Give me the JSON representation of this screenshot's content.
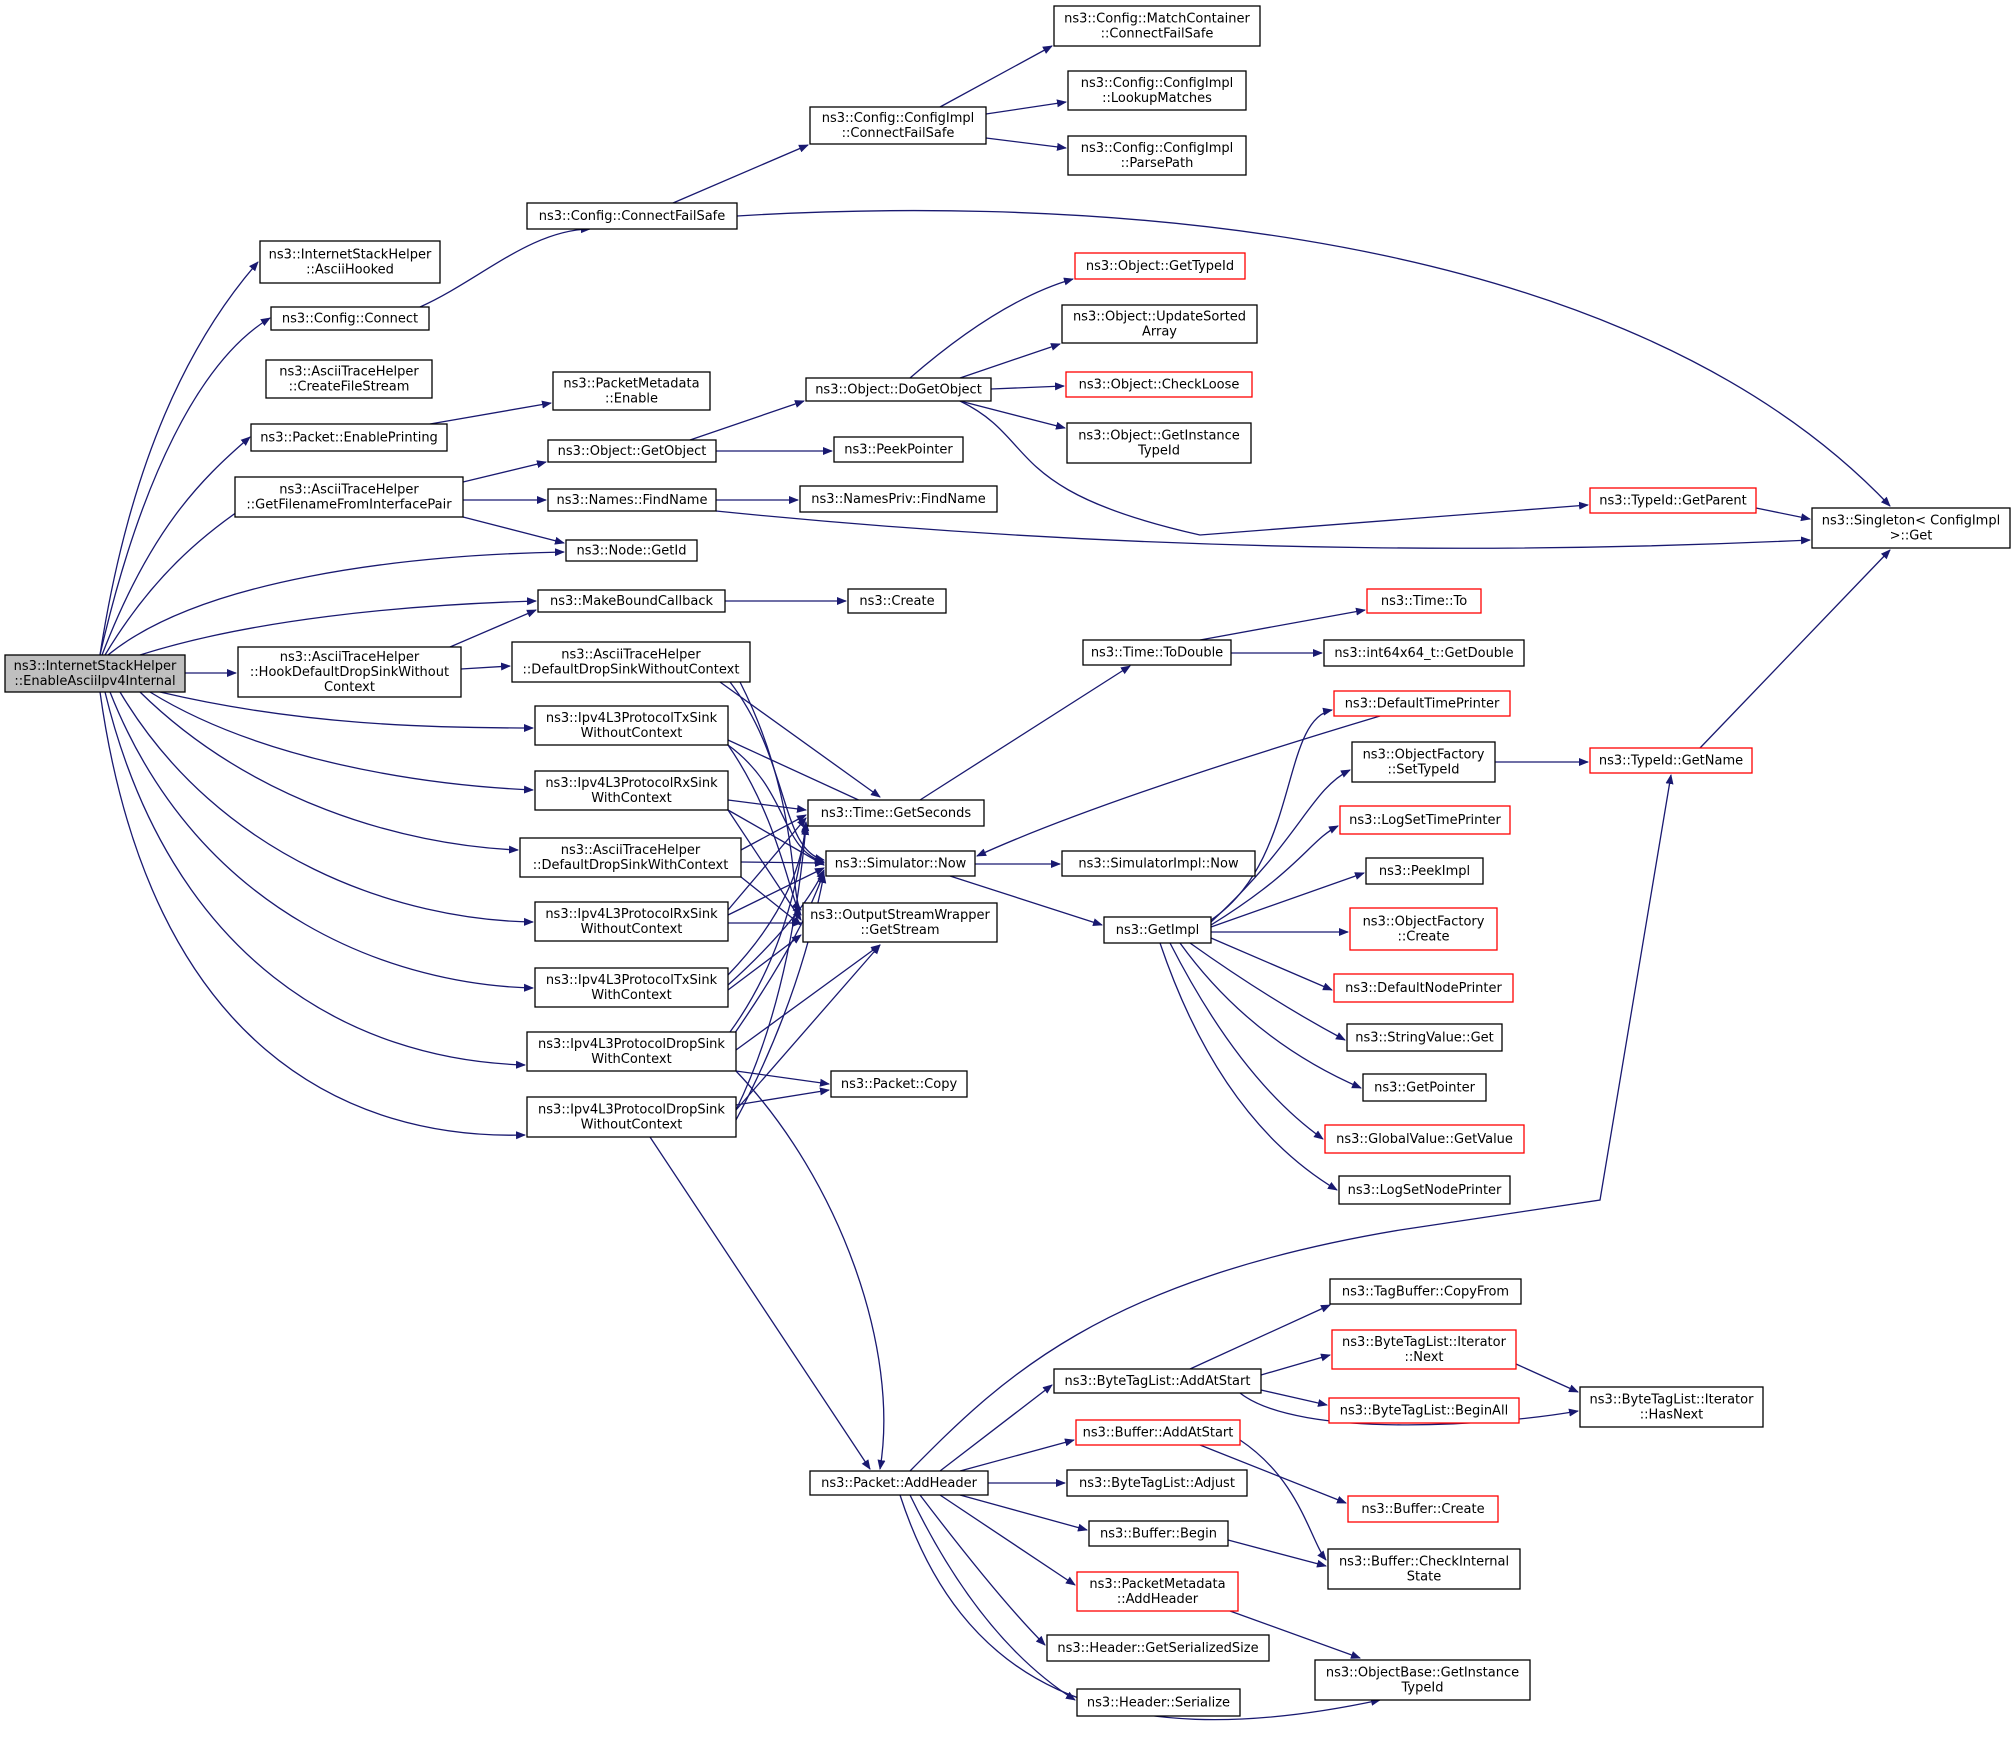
{
  "graph": {
    "node_color": "#000000",
    "truncated_node_color": "#ff0000",
    "root_fill": "#bfbfbf",
    "edge_color": "#191970",
    "nodes": [
      {
        "id": "root",
        "lines": [
          "ns3::InternetStackHelper",
          "::EnableAsciiIpv4Internal"
        ],
        "root": true
      },
      {
        "id": "ash",
        "lines": [
          "ns3::InternetStackHelper",
          "::AsciiHooked"
        ]
      },
      {
        "id": "cfgConnect",
        "lines": [
          "ns3::Config::Connect"
        ]
      },
      {
        "id": "athCreate",
        "lines": [
          "ns3::AsciiTraceHelper",
          "::CreateFileStream"
        ]
      },
      {
        "id": "pktEnable",
        "lines": [
          "ns3::Packet::EnablePrinting"
        ]
      },
      {
        "id": "athGetFile",
        "lines": [
          "ns3::AsciiTraceHelper",
          "::GetFilenameFromInterfacePair"
        ]
      },
      {
        "id": "hookDrop",
        "lines": [
          "ns3::AsciiTraceHelper",
          "::HookDefaultDropSinkWithout",
          "Context"
        ]
      },
      {
        "id": "cfgCFS",
        "lines": [
          "ns3::Config::ConnectFailSafe"
        ]
      },
      {
        "id": "pmEnable",
        "lines": [
          "ns3::PacketMetadata",
          "::Enable"
        ]
      },
      {
        "id": "objGetObject",
        "lines": [
          "ns3::Object::GetObject"
        ]
      },
      {
        "id": "namesFind",
        "lines": [
          "ns3::Names::FindName"
        ]
      },
      {
        "id": "nodeGetId",
        "lines": [
          "ns3::Node::GetId"
        ]
      },
      {
        "id": "mbc",
        "lines": [
          "ns3::MakeBoundCallback"
        ]
      },
      {
        "id": "dropWithout",
        "lines": [
          "ns3::AsciiTraceHelper",
          "::DefaultDropSinkWithoutContext"
        ]
      },
      {
        "id": "txWithout",
        "lines": [
          "ns3::Ipv4L3ProtocolTxSink",
          "WithoutContext"
        ]
      },
      {
        "id": "rxWith",
        "lines": [
          "ns3::Ipv4L3ProtocolRxSink",
          "WithContext"
        ]
      },
      {
        "id": "dropWith",
        "lines": [
          "ns3::AsciiTraceHelper",
          "::DefaultDropSinkWithContext"
        ]
      },
      {
        "id": "rxWithout",
        "lines": [
          "ns3::Ipv4L3ProtocolRxSink",
          "WithoutContext"
        ]
      },
      {
        "id": "txWith",
        "lines": [
          "ns3::Ipv4L3ProtocolTxSink",
          "WithContext"
        ]
      },
      {
        "id": "pdWith",
        "lines": [
          "ns3::Ipv4L3ProtocolDropSink",
          "WithContext"
        ]
      },
      {
        "id": "pdWithout",
        "lines": [
          "ns3::Ipv4L3ProtocolDropSink",
          "WithoutContext"
        ]
      },
      {
        "id": "cfgImplCFS",
        "lines": [
          "ns3::Config::ConfigImpl",
          "::ConnectFailSafe"
        ]
      },
      {
        "id": "mcCFS",
        "lines": [
          "ns3::Config::MatchContainer",
          "::ConnectFailSafe"
        ]
      },
      {
        "id": "lookup",
        "lines": [
          "ns3::Config::ConfigImpl",
          "::LookupMatches"
        ]
      },
      {
        "id": "parse",
        "lines": [
          "ns3::Config::ConfigImpl",
          "::ParsePath"
        ]
      },
      {
        "id": "doGetObject",
        "lines": [
          "ns3::Object::DoGetObject"
        ]
      },
      {
        "id": "peekPointer",
        "lines": [
          "ns3::PeekPointer"
        ]
      },
      {
        "id": "npFind",
        "lines": [
          "ns3::NamesPriv::FindName"
        ]
      },
      {
        "id": "create",
        "lines": [
          "ns3::Create"
        ]
      },
      {
        "id": "getSeconds",
        "lines": [
          "ns3::Time::GetSeconds"
        ]
      },
      {
        "id": "simNow",
        "lines": [
          "ns3::Simulator::Now"
        ]
      },
      {
        "id": "osw",
        "lines": [
          "ns3::OutputStreamWrapper",
          "::GetStream"
        ]
      },
      {
        "id": "pktCopy",
        "lines": [
          "ns3::Packet::Copy"
        ]
      },
      {
        "id": "addHeader",
        "lines": [
          "ns3::Packet::AddHeader"
        ]
      },
      {
        "id": "objGetTypeId",
        "lines": [
          "ns3::Object::GetTypeId"
        ],
        "truncated": true
      },
      {
        "id": "updSorted",
        "lines": [
          "ns3::Object::UpdateSorted",
          "Array"
        ]
      },
      {
        "id": "checkLoose",
        "lines": [
          "ns3::Object::CheckLoose"
        ],
        "truncated": true
      },
      {
        "id": "objGetInst",
        "lines": [
          "ns3::Object::GetInstance",
          "TypeId"
        ]
      },
      {
        "id": "toDouble",
        "lines": [
          "ns3::Time::ToDouble"
        ]
      },
      {
        "id": "simImplNow",
        "lines": [
          "ns3::SimulatorImpl::Now"
        ]
      },
      {
        "id": "getImpl",
        "lines": [
          "ns3::GetImpl"
        ]
      },
      {
        "id": "typeParent",
        "lines": [
          "ns3::TypeId::GetParent"
        ],
        "truncated": true
      },
      {
        "id": "singletonGet",
        "lines": [
          "ns3::Singleton< ConfigImpl",
          " >::Get"
        ]
      },
      {
        "id": "timeTo",
        "lines": [
          "ns3::Time::To"
        ],
        "truncated": true
      },
      {
        "id": "i64GetDouble",
        "lines": [
          "ns3::int64x64_t::GetDouble"
        ]
      },
      {
        "id": "defTimePrinter",
        "lines": [
          "ns3::DefaultTimePrinter"
        ],
        "truncated": true
      },
      {
        "id": "ofSetTypeId",
        "lines": [
          "ns3::ObjectFactory",
          "::SetTypeId"
        ]
      },
      {
        "id": "logSetTimePrinter",
        "lines": [
          "ns3::LogSetTimePrinter"
        ],
        "truncated": true
      },
      {
        "id": "peekImpl",
        "lines": [
          "ns3::PeekImpl"
        ]
      },
      {
        "id": "ofCreate",
        "lines": [
          "ns3::ObjectFactory",
          "::Create"
        ],
        "truncated": true
      },
      {
        "id": "defNodePrinter",
        "lines": [
          "ns3::DefaultNodePrinter"
        ],
        "truncated": true
      },
      {
        "id": "strValGet",
        "lines": [
          "ns3::StringValue::Get"
        ]
      },
      {
        "id": "getPointer",
        "lines": [
          "ns3::GetPointer"
        ]
      },
      {
        "id": "gvGetValue",
        "lines": [
          "ns3::GlobalValue::GetValue"
        ],
        "truncated": true
      },
      {
        "id": "logSetNodePrinter",
        "lines": [
          "ns3::LogSetNodePrinter"
        ]
      },
      {
        "id": "typeGetName",
        "lines": [
          "ns3::TypeId::GetName"
        ],
        "truncated": true
      },
      {
        "id": "tagCopyFrom",
        "lines": [
          "ns3::TagBuffer::CopyFrom"
        ]
      },
      {
        "id": "btlAddAtStart",
        "lines": [
          "ns3::ByteTagList::AddAtStart"
        ]
      },
      {
        "id": "btlIterNext",
        "lines": [
          "ns3::ByteTagList::Iterator",
          "::Next"
        ],
        "truncated": true
      },
      {
        "id": "btlBeginAll",
        "lines": [
          "ns3::ByteTagList::BeginAll"
        ],
        "truncated": true
      },
      {
        "id": "btlIterHasNext",
        "lines": [
          "ns3::ByteTagList::Iterator",
          "::HasNext"
        ]
      },
      {
        "id": "bufAddAtStart",
        "lines": [
          "ns3::Buffer::AddAtStart"
        ],
        "truncated": true
      },
      {
        "id": "btlAdjust",
        "lines": [
          "ns3::ByteTagList::Adjust"
        ]
      },
      {
        "id": "bufCreate",
        "lines": [
          "ns3::Buffer::Create"
        ],
        "truncated": true
      },
      {
        "id": "bufBegin",
        "lines": [
          "ns3::Buffer::Begin"
        ]
      },
      {
        "id": "bufCheckInternal",
        "lines": [
          "ns3::Buffer::CheckInternal",
          "State"
        ]
      },
      {
        "id": "pmAddHeader",
        "lines": [
          "ns3::PacketMetadata",
          "::AddHeader"
        ],
        "truncated": true
      },
      {
        "id": "hdrGetSize",
        "lines": [
          "ns3::Header::GetSerializedSize"
        ]
      },
      {
        "id": "hdrSerialize",
        "lines": [
          "ns3::Header::Serialize"
        ]
      },
      {
        "id": "obGetInst",
        "lines": [
          "ns3::ObjectBase::GetInstance",
          "TypeId"
        ]
      }
    ]
  }
}
